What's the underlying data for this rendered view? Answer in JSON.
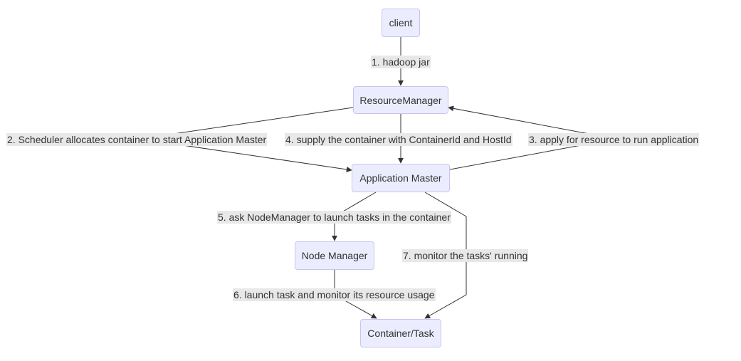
{
  "nodes": {
    "client": "client",
    "resource_manager": "ResourceManager",
    "application_master": "Application Master",
    "node_manager": "Node Manager",
    "container_task": "Container/Task"
  },
  "edges": {
    "e1": "1. hadoop jar",
    "e2": "2. Scheduler allocates container to start Application Master",
    "e3": "3. apply for resource to run application",
    "e4": "4. supply the container with ContainerId and HostId",
    "e5": "5. ask NodeManager to launch tasks in the container",
    "e6": "6. launch task and monitor its resource usage",
    "e7": "7. monitor the tasks' running"
  },
  "colors": {
    "node_fill": "#ececff",
    "node_border": "#c9c4ee",
    "edge_stroke": "#333333",
    "label_background": "#e8e8e8"
  }
}
